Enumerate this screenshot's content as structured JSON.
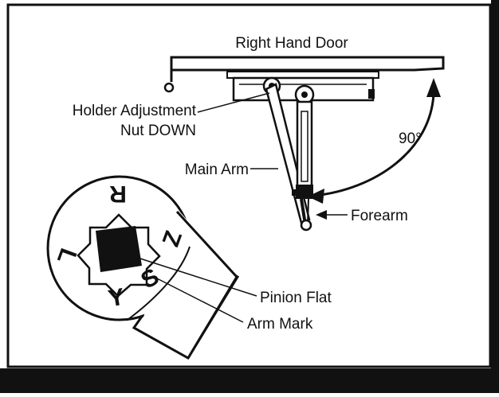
{
  "diagram": {
    "door_label": "Right Hand Door",
    "holder_label_line1": "Holder Adjustment",
    "holder_label_line2": "Nut DOWN",
    "angle_label": "90°",
    "main_arm_label": "Main Arm",
    "forearm_label": "Forearm",
    "pinion_flat_label": "Pinion Flat",
    "arm_mark_label": "Arm Mark",
    "pinion_letters": {
      "top": "R",
      "left": "L",
      "right": "Z",
      "bottom": "Y",
      "mark": "S"
    }
  },
  "colors": {
    "ink": "#111111",
    "paper": "#ffffff"
  }
}
